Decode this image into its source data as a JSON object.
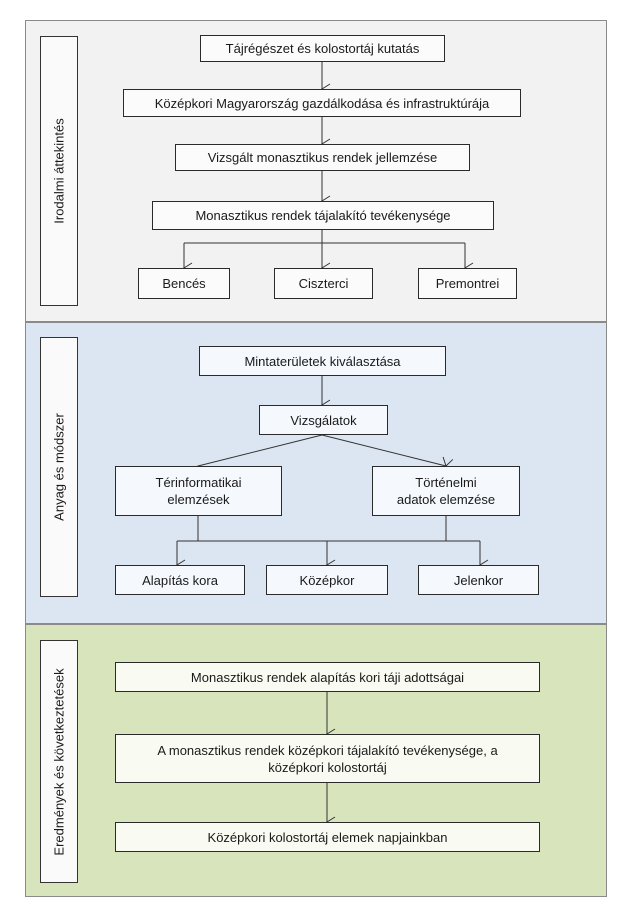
{
  "sections": [
    {
      "label": "Irodalmi áttekintés",
      "boxes": [
        "Tájrégészet és kolostortáj kutatás",
        "Középkori Magyarország gazdálkodása és infrastruktúrája",
        "Vizsgált monasztikus rendek jellemzése",
        "Monasztikus rendek tájalakító tevékenysége",
        "Bencés",
        "Ciszterci",
        "Premontrei"
      ]
    },
    {
      "label": "Anyag és módszer",
      "boxes": [
        "Mintaterületek kiválasztása",
        "Vizsgálatok",
        "Térinformatikai elemzések",
        "Történelmi adatok elemzése",
        "Alapítás kora",
        "Középkor",
        "Jelenkor"
      ]
    },
    {
      "label": "Eredmények és következtetések",
      "boxes": [
        "Monasztikus rendek alapítás kori táji adottságai",
        "A monasztikus rendek középkori  tájalakító tevékenysége, a középkori kolostortáj",
        "Középkori kolostortáj elemek napjainkban"
      ]
    }
  ]
}
